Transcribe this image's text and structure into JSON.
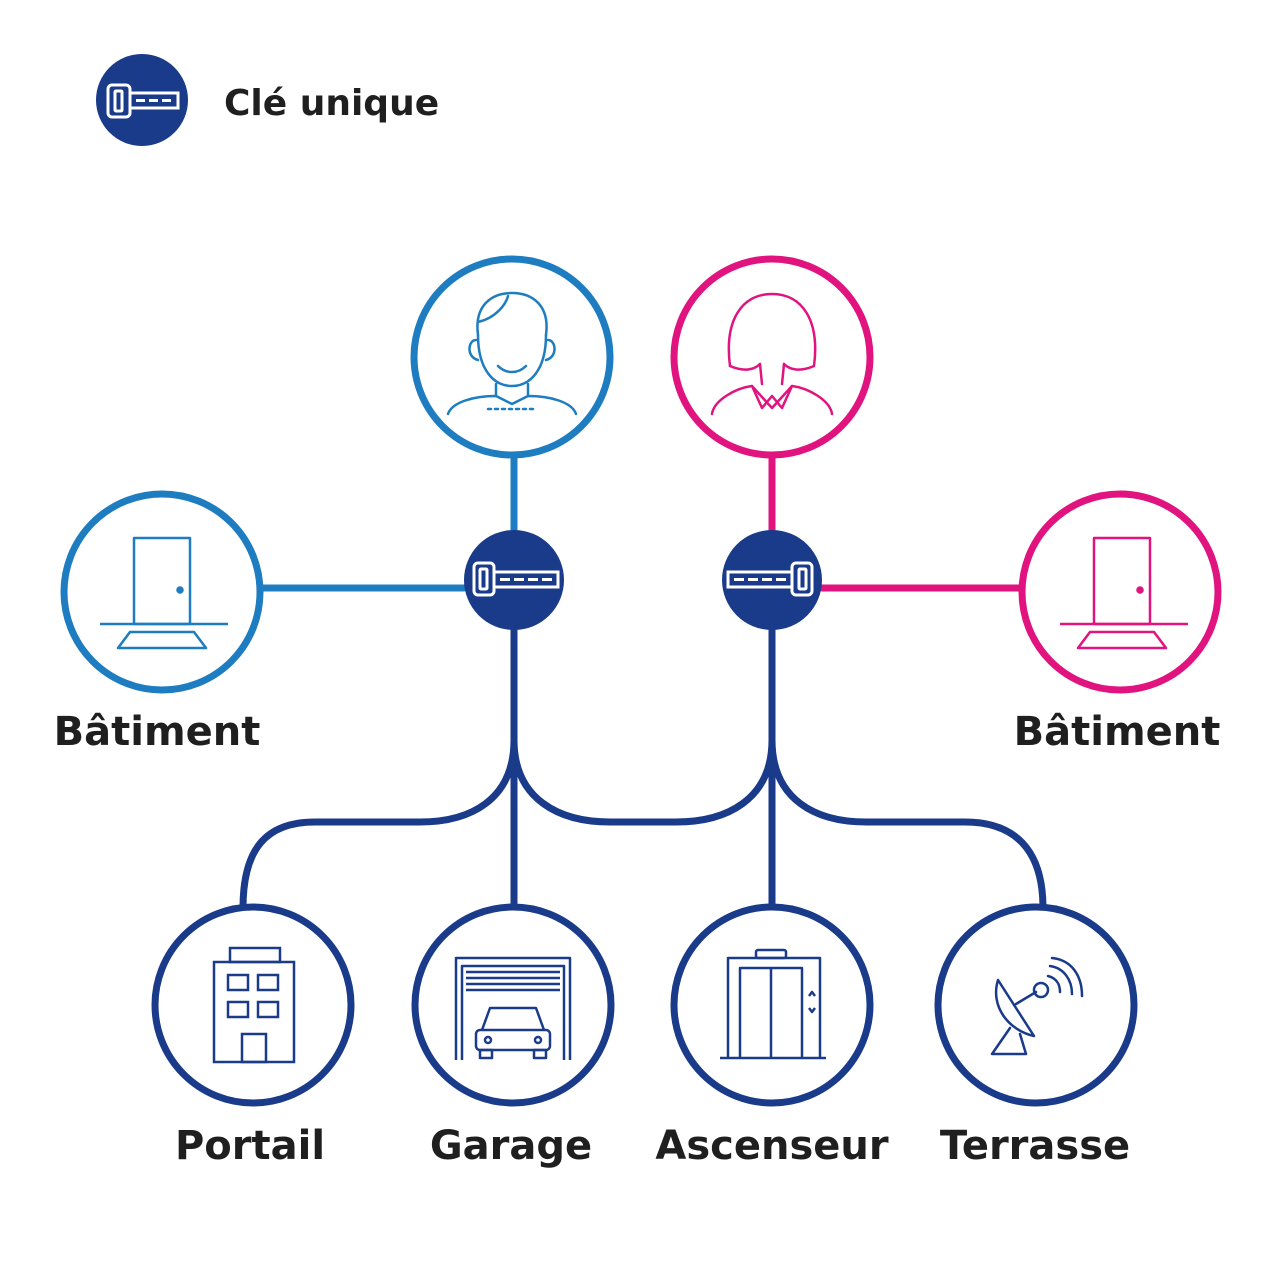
{
  "legend": {
    "label": "Clé unique",
    "icon": "key-icon"
  },
  "colors": {
    "navy": "#1a3a8a",
    "blue": "#1e7cc0",
    "magenta": "#e0137f"
  },
  "nodes": {
    "man": {
      "icon": "man-avatar-icon"
    },
    "woman": {
      "icon": "woman-avatar-icon"
    },
    "building_left": {
      "label": "Bâtiment",
      "icon": "door-icon"
    },
    "building_right": {
      "label": "Bâtiment",
      "icon": "door-icon"
    },
    "portail": {
      "label": "Portail",
      "icon": "building-icon"
    },
    "garage": {
      "label": "Garage",
      "icon": "garage-car-icon"
    },
    "ascenseur": {
      "label": "Ascenseur",
      "icon": "elevator-icon"
    },
    "terrasse": {
      "label": "Terrasse",
      "icon": "satellite-dish-icon"
    }
  }
}
